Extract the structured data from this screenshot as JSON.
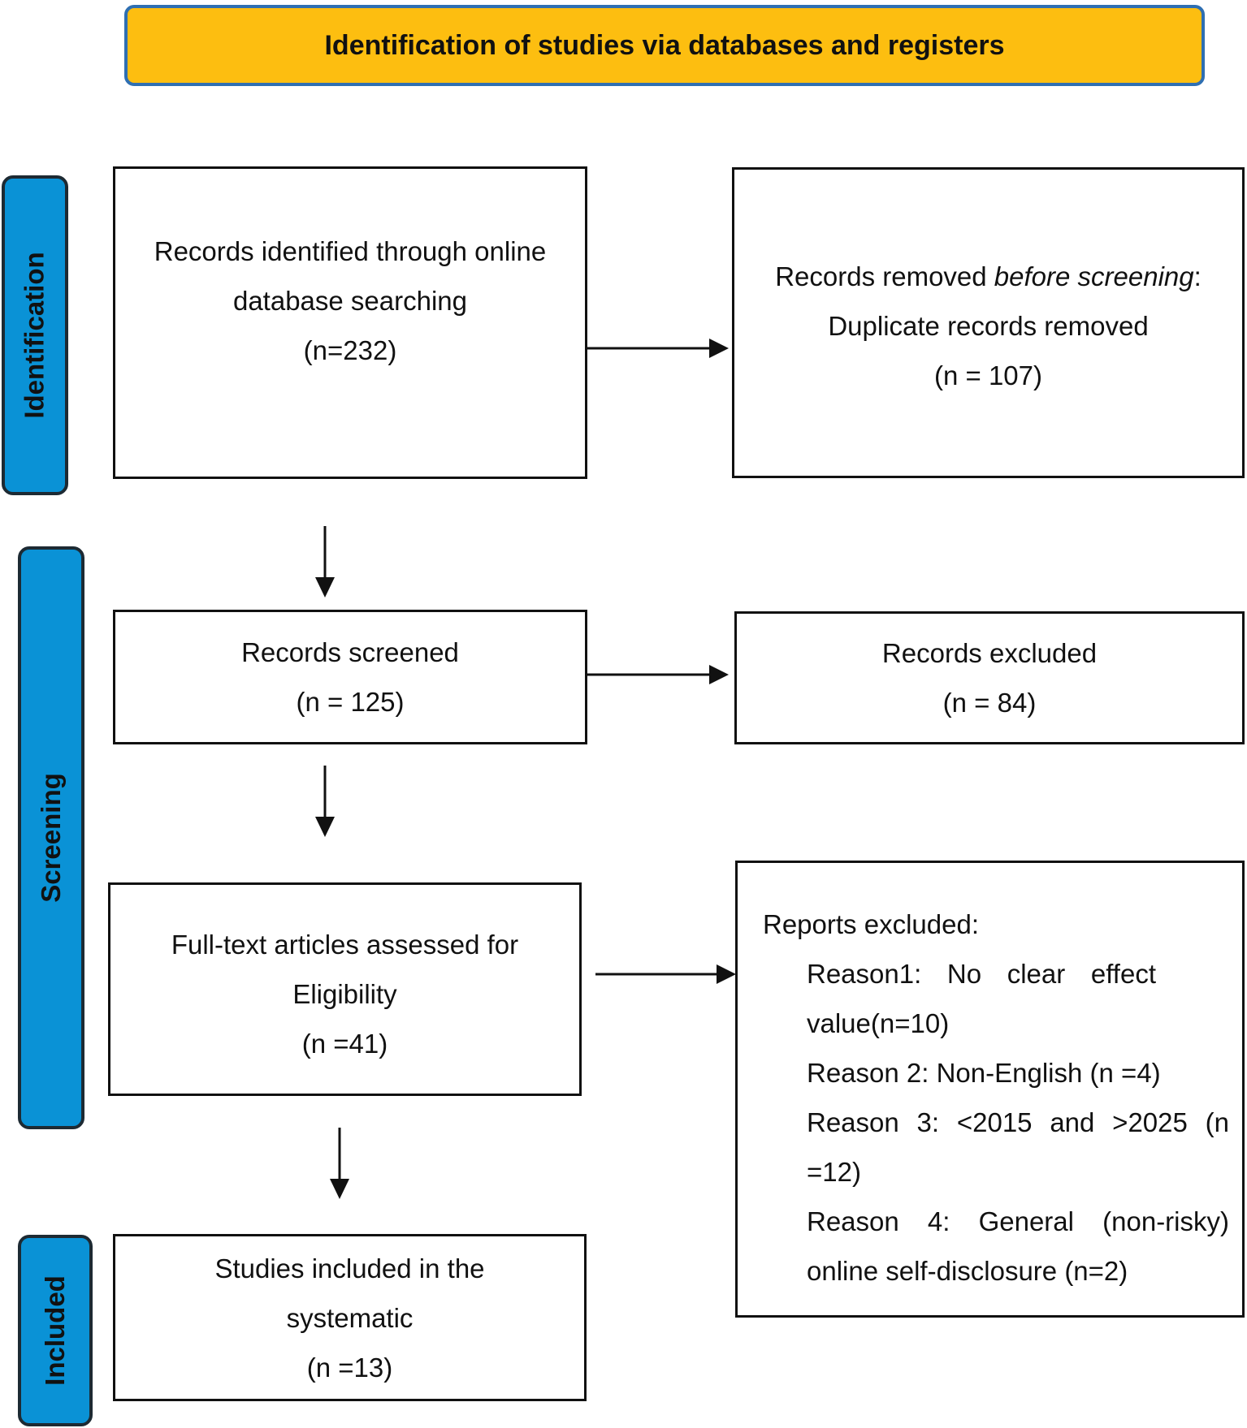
{
  "header": {
    "title": "Identification of studies via databases and registers"
  },
  "phases": {
    "identification": "Identification",
    "screening": "Screening",
    "included": "Included"
  },
  "boxes": {
    "identified": {
      "line1": "Records identified through online",
      "line2": "database searching",
      "line3": "(n=232)"
    },
    "removed": {
      "lead": "Records removed ",
      "italic": "before screening",
      "colon": ":",
      "line2": "Duplicate records removed",
      "line3": "(n = 107)"
    },
    "screened": {
      "line1": "Records screened",
      "line2": "(n = 125)"
    },
    "excluded": {
      "line1": "Records excluded",
      "line2": "(n = 84)"
    },
    "fulltext": {
      "line1": "Full-text articles assessed for",
      "line2": "Eligibility",
      "line3": "(n =41)"
    },
    "reports_excluded": {
      "title": "Reports excluded:",
      "reason1": "Reason1: No clear effect value(n=10)",
      "reason2": "Reason 2: Non-English (n =4)",
      "reason3": "Reason 3: <2015 and >2025 (n =12)",
      "reason4": "Reason 4: General (non-risky) online self-disclosure (n=2)"
    },
    "included": {
      "line1": "Studies included in the",
      "line2": "systematic",
      "line3": "(n =13)"
    }
  },
  "colors": {
    "banner_fill": "#fdbe10",
    "banner_border": "#2f6fb2",
    "phase_fill": "#0a92d6",
    "line": "#111111"
  }
}
